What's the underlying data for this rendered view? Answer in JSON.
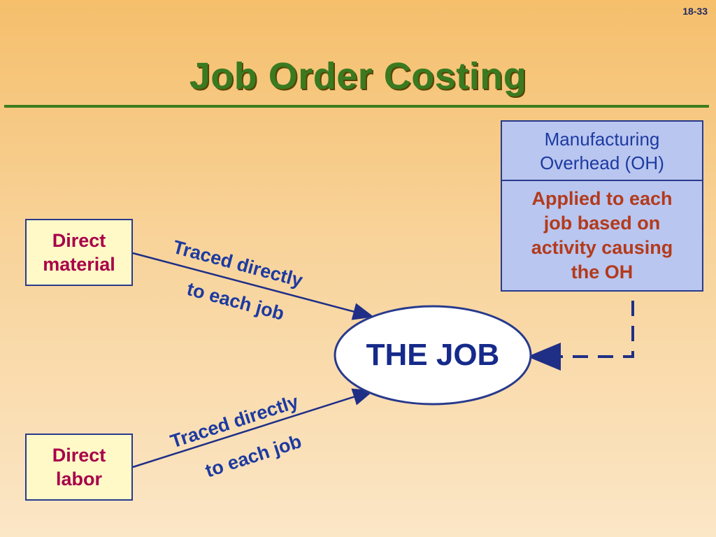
{
  "slide_number": "18-33",
  "title": "Job Order Costing",
  "nodes": {
    "direct_material": [
      "Direct",
      "material"
    ],
    "direct_labor": [
      "Direct",
      "labor"
    ],
    "overhead_heading": [
      "Manufacturing",
      "Overhead (OH)"
    ],
    "overhead_body": [
      "Applied to each",
      "job based on",
      "activity causing",
      "the OH"
    ],
    "the_job": "THE JOB"
  },
  "edges": {
    "material_label": [
      "Traced directly",
      "to each job"
    ],
    "labor_label": [
      "Traced directly",
      "to each job"
    ]
  },
  "colors": {
    "title_green": "#3a7a20",
    "rule_green": "#3d7d1e",
    "navy": "#283a8c",
    "box_fill": "#fff9c7",
    "box_text": "#a8004a",
    "overhead_fill": "#b9c6f0",
    "overhead_body_text": "#b33a1b"
  }
}
